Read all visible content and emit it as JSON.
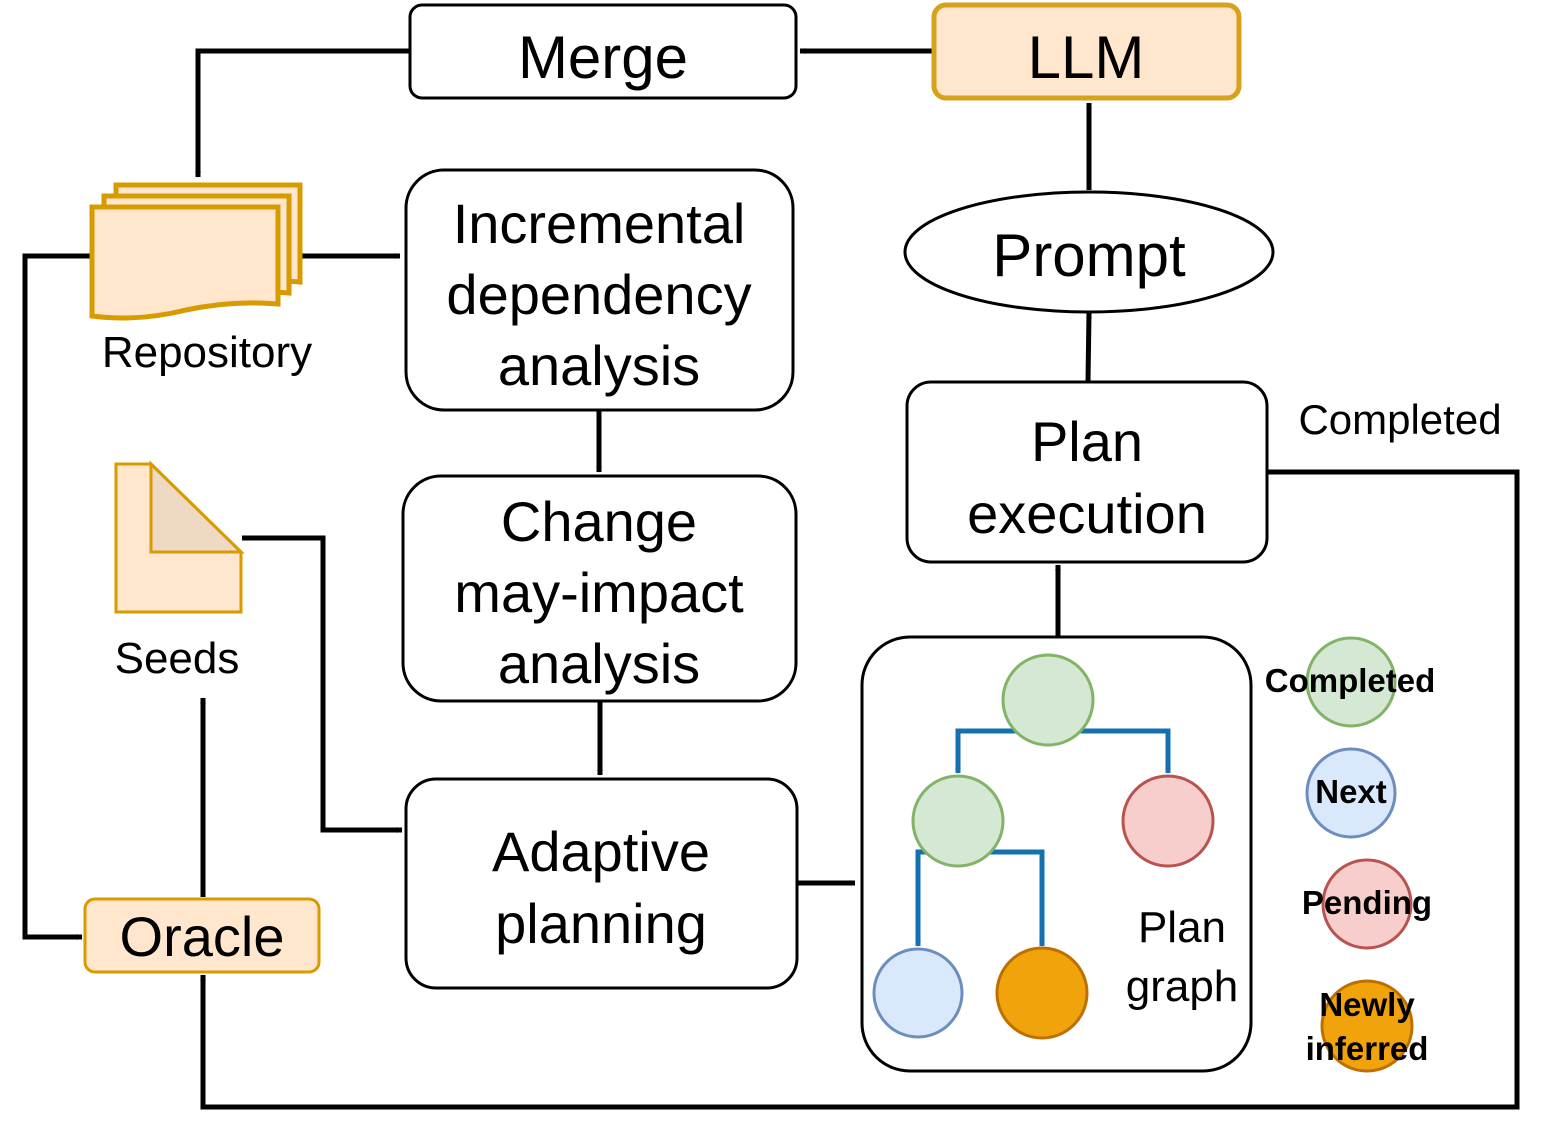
{
  "nodes": {
    "merge": "Merge",
    "llm": "LLM",
    "repository": "Repository",
    "incremental": [
      "Incremental",
      "dependency",
      "analysis"
    ],
    "prompt": "Prompt",
    "plan_execution": [
      "Plan",
      "execution"
    ],
    "completed_edge_label": "Completed",
    "seeds": "Seeds",
    "change": [
      "Change",
      "may-impact",
      "analysis"
    ],
    "adaptive": [
      "Adaptive",
      "planning"
    ],
    "oracle": "Oracle",
    "plan_graph": [
      "Plan",
      "graph"
    ]
  },
  "legend": [
    {
      "label": "Completed",
      "color": "#d5e8d4",
      "stroke": "#82b366"
    },
    {
      "label": "Next",
      "color": "#dae8fc",
      "stroke": "#6c8ebf"
    },
    {
      "label": "Pending",
      "color": "#f8cecc",
      "stroke": "#b85450"
    },
    {
      "label": [
        "Newly",
        "inferred"
      ],
      "color": "#f0a30a",
      "stroke": "#bd7000"
    }
  ],
  "colors": {
    "artifact_fill": "#ffe6cc",
    "artifact_stroke": "#d79b00",
    "llm_stroke": "#d6a21e",
    "tree_arrow": "#1570b0"
  }
}
